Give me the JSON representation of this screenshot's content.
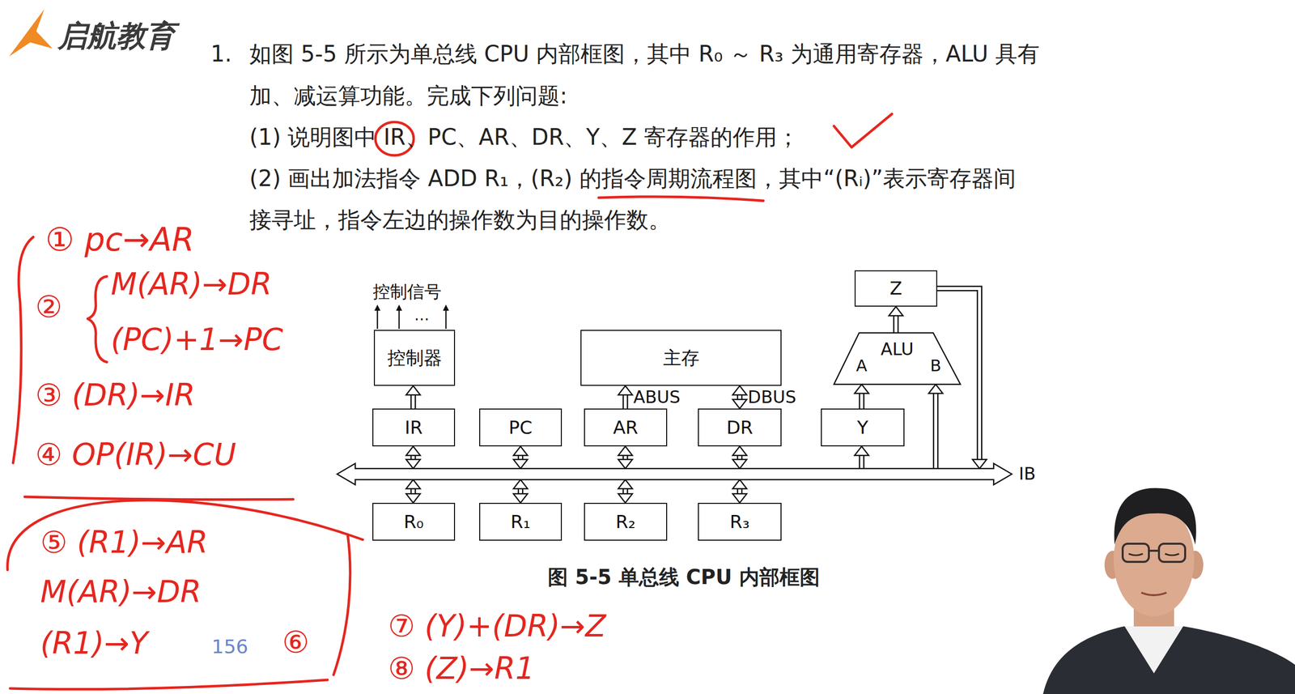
{
  "diagram": {
    "caption": "图 5-5 单总线 CPU 内部框图",
    "nodes": [
      {
        "text": [
          "Z"
        ]
      },
      {
        "text": [
          "控制器"
        ]
      },
      {
        "text": [
          "主存"
        ]
      },
      {
        "text": [
          "ALU",
          "A",
          "B"
        ]
      },
      {
        "text": [
          "IR"
        ]
      },
      {
        "text": [
          "PC"
        ]
      },
      {
        "text": [
          "AR"
        ]
      },
      {
        "text": [
          "DR"
        ]
      },
      {
        "text": [
          "Y"
        ]
      },
      {
        "text": [
          "IB"
        ]
      },
      {
        "text": [
          "R₀"
        ]
      },
      {
        "text": [
          "R₁"
        ]
      },
      {
        "text": [
          "R₂"
        ]
      },
      {
        "text": [
          "R₃"
        ]
      }
    ],
    "edges": [
      {
        "from": 4,
        "to": 1,
        "arrow": "to"
      },
      {
        "from": 6,
        "to": 2,
        "arrow": "to",
        "label": "ABUS"
      },
      {
        "from": 7,
        "to": 2,
        "arrow": "both",
        "label": "DBUS"
      },
      {
        "from": 8,
        "to": 3,
        "arrow": "to"
      },
      {
        "from": 3,
        "to": 0,
        "arrow": "to"
      },
      {
        "from": 0,
        "to": 9,
        "arrow": "to"
      },
      {
        "from": 9,
        "to": 8,
        "arrow": "to"
      },
      {
        "from": 9,
        "to": 3,
        "arrow": "to"
      },
      {
        "from": 4,
        "to": 9,
        "arrow": "both"
      },
      {
        "from": 5,
        "to": 9,
        "arrow": "both"
      },
      {
        "from": 6,
        "to": 9,
        "arrow": "both"
      },
      {
        "from": 7,
        "to": 9,
        "arrow": "both"
      },
      {
        "from": 9,
        "to": 10,
        "arrow": "both"
      },
      {
        "from": 9,
        "to": 11,
        "arrow": "both"
      },
      {
        "from": 9,
        "to": 12,
        "arrow": "both"
      },
      {
        "from": 9,
        "to": 13,
        "arrow": "both"
      }
    ],
    "labels": [
      "启航教育",
      "1.",
      "如图 5-5 所示为单总线 CPU 内部框图，其中 R₀ ～ R₃ 为通用寄存器，ALU 具有",
      "加、减运算功能。完成下列问题:",
      "(1) 说明图中 IR、PC、AR、DR、Y、Z 寄存器的作用；",
      "(2) 画出加法指令 ADD R₁，(R₂) 的指令周期流程图，其中“(Rᵢ)”表示寄存器间",
      "接寻址，指令左边的操作数为目的操作数。",
      "控制信号",
      "…",
      "① pc→AR",
      "②",
      "M(AR)→DR",
      "(PC)+1→PC",
      "③ (DR)→IR",
      "④ OP(IR)→CU",
      "⑤ (R1)→AR",
      "M(AR)→DR",
      "(R1)→Y",
      "⑥",
      "⑦ (Y)+(DR)→Z",
      "⑧ (Z)→R1",
      "156"
    ]
  }
}
